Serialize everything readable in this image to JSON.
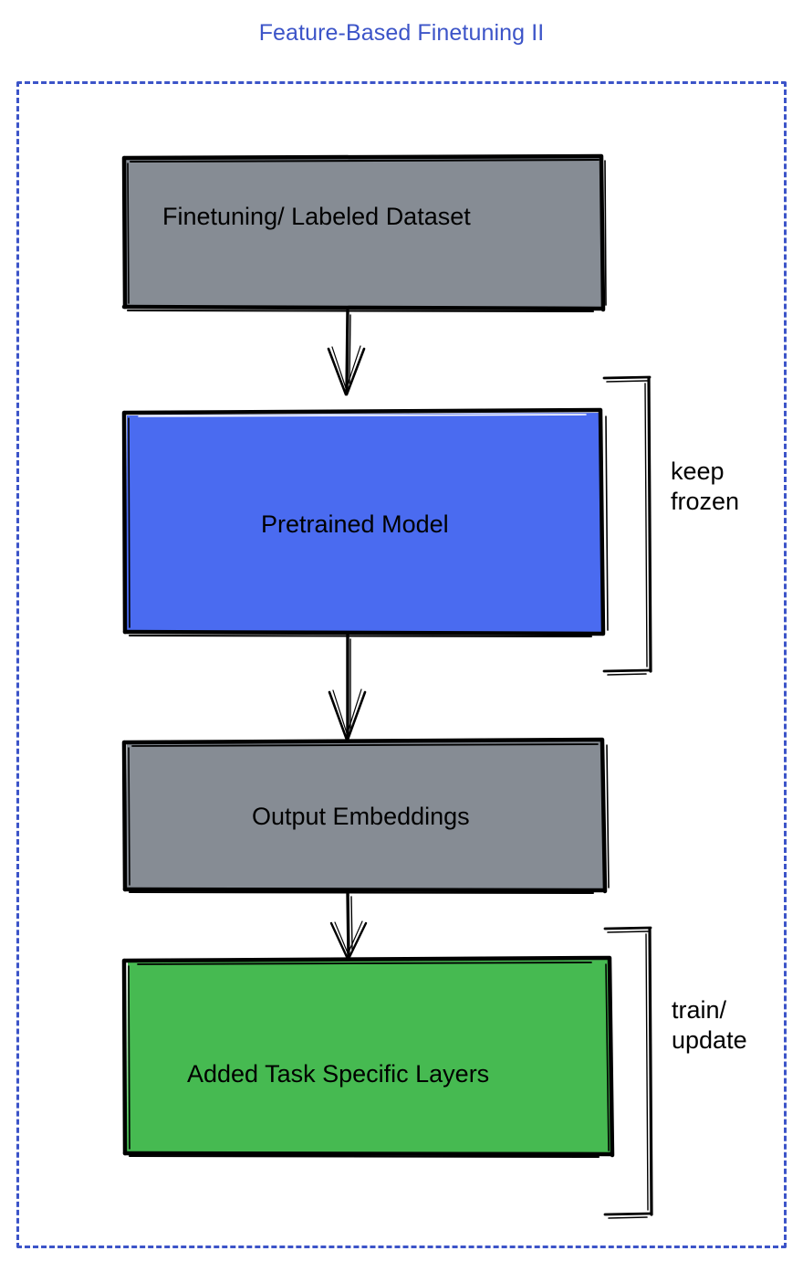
{
  "diagram": {
    "title": "Feature-Based Finetuning II",
    "title_color": "#3C54C8",
    "frame": {
      "style": "dashed",
      "color": "#3C54C8"
    },
    "nodes": [
      {
        "id": "dataset",
        "label": "Finetuning/ Labeled Dataset",
        "fill": "#868C94",
        "stroke": "#000000",
        "text_color": "#000000"
      },
      {
        "id": "pretrained-model",
        "label": "Pretrained Model",
        "fill": "#4A6BF0",
        "stroke": "#000000",
        "text_color": "#000000"
      },
      {
        "id": "output-embeddings",
        "label": "Output Embeddings",
        "fill": "#868C94",
        "stroke": "#000000",
        "text_color": "#000000"
      },
      {
        "id": "task-layers",
        "label": "Added Task Specific Layers",
        "fill": "#46BA51",
        "stroke": "#000000",
        "text_color": "#000000"
      }
    ],
    "annotations": [
      {
        "id": "keep-frozen",
        "label": "keep\nfrozen",
        "target": "pretrained-model"
      },
      {
        "id": "train-update",
        "label": "train/\nupdate",
        "target": "task-layers"
      }
    ],
    "edges": [
      {
        "from": "dataset",
        "to": "pretrained-model",
        "arrow": "down"
      },
      {
        "from": "pretrained-model",
        "to": "output-embeddings",
        "arrow": "down"
      },
      {
        "from": "output-embeddings",
        "to": "task-layers",
        "arrow": "down"
      }
    ]
  }
}
